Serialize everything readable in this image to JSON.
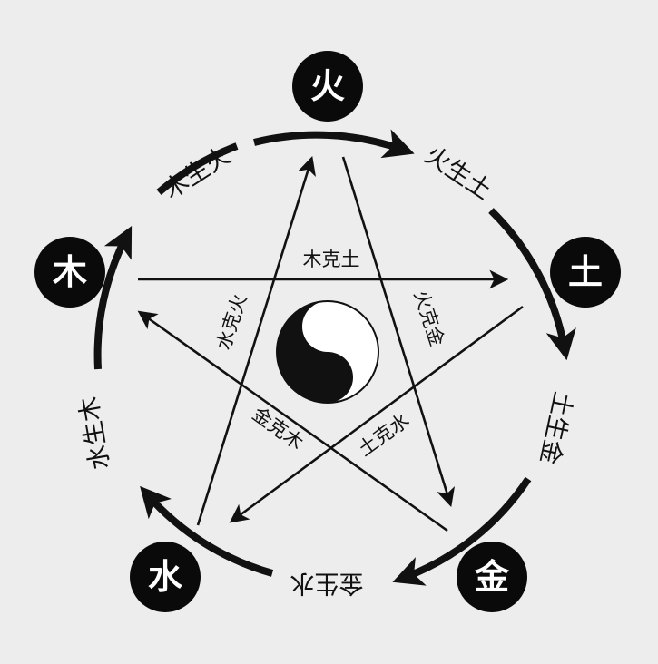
{
  "elements": {
    "fire": "火",
    "earth": "土",
    "metal": "金",
    "water": "水",
    "wood": "木"
  },
  "generating": {
    "wood_fire": "木生火",
    "fire_earth": "火生土",
    "earth_metal": "土生金",
    "metal_water": "金生水",
    "water_wood": "水生木"
  },
  "overcoming": {
    "wood_earth": "木克土",
    "fire_metal": "火克金",
    "earth_water": "土克水",
    "metal_wood": "金克木",
    "water_fire": "水克火"
  },
  "colors": {
    "background": "#ededed",
    "ink": "#111111",
    "node_fill": "#0a0a0a",
    "node_text": "#ffffff"
  }
}
